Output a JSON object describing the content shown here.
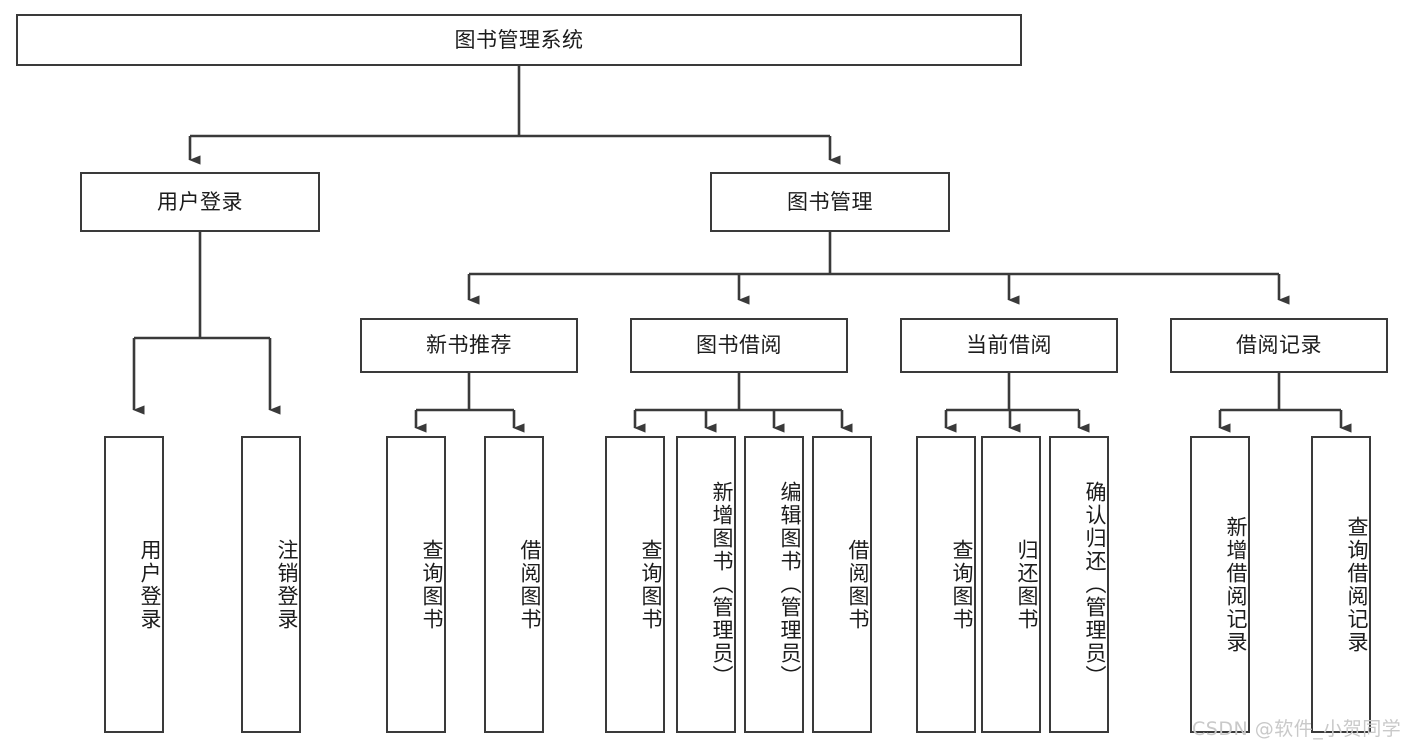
{
  "diagram": {
    "title": "图书管理系统",
    "watermark": "CSDN @软件_小贺同学",
    "root": {
      "label": "图书管理系统"
    },
    "level1": [
      {
        "label": "用户登录"
      },
      {
        "label": "图书管理"
      }
    ],
    "level2": [
      {
        "label": "新书推荐"
      },
      {
        "label": "图书借阅"
      },
      {
        "label": "当前借阅"
      },
      {
        "label": "借阅记录"
      }
    ],
    "leaves": {
      "user_login": [
        {
          "label": "用户登录"
        },
        {
          "label": "注销登录"
        }
      ],
      "new_book_recommend": [
        {
          "label": "查询图书"
        },
        {
          "label": "借阅图书"
        }
      ],
      "book_borrow": [
        {
          "label": "查询图书"
        },
        {
          "label": "新增图书（管理员）"
        },
        {
          "label": "编辑图书（管理员）"
        },
        {
          "label": "借阅图书"
        }
      ],
      "current_borrow": [
        {
          "label": "查询图书"
        },
        {
          "label": "归还图书"
        },
        {
          "label": "确认归还（管理员）"
        }
      ],
      "borrow_record": [
        {
          "label": "新增借阅记录"
        },
        {
          "label": "查询借阅记录"
        }
      ]
    },
    "colors": {
      "stroke": "#3a3a3a",
      "box_fill": "#ffffff",
      "text": "#1c1c1c",
      "watermark": "#c9c9c9"
    }
  }
}
